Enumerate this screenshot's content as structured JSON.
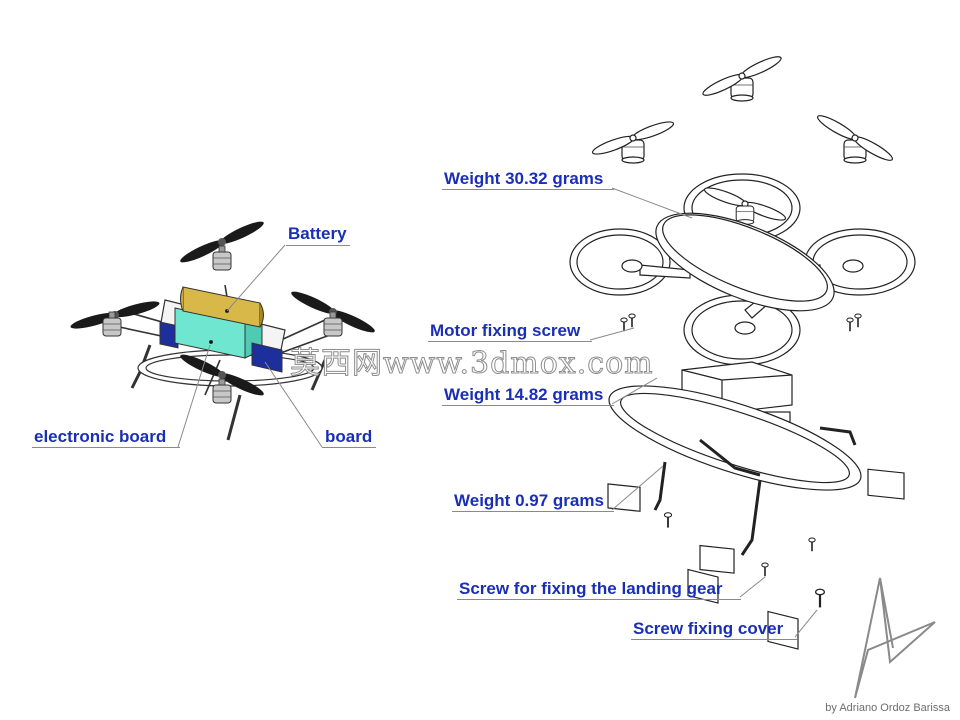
{
  "labels": {
    "battery": "Battery",
    "electronic_board": "electronic board",
    "board": "board",
    "weight_top": "Weight 30.32 grams",
    "motor_screw": "Motor fixing screw",
    "weight_mid": "Weight 14.82 grams",
    "weight_low": "Weight 0.97 grams",
    "landing_screw": "Screw for fixing the landing gear",
    "cover_screw": "Screw fixing cover"
  },
  "watermark": "莫西网www.3dmox.com",
  "credit": "by Adriano Ordoz Barissa",
  "colors": {
    "label": "#1a2fb5",
    "battery_gold": "#c9a93a",
    "battery_cyan": "#6fe6cf",
    "board_navy": "#1c2f9c",
    "line": "#333333"
  }
}
